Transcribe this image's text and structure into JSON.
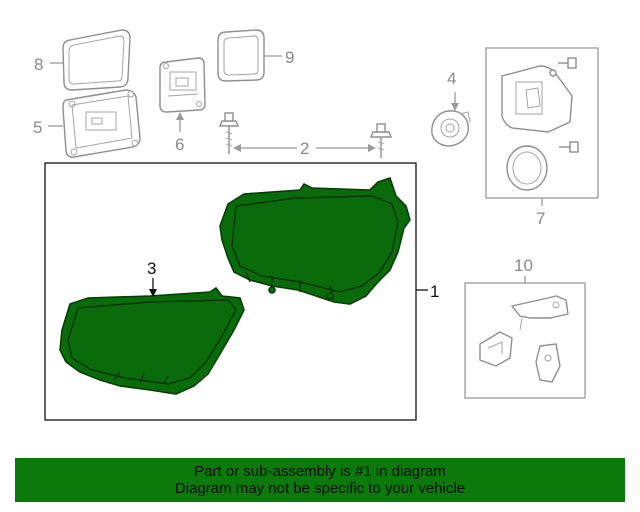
{
  "callouts": {
    "c1": "1",
    "c2": "2",
    "c3": "3",
    "c4": "4",
    "c5": "5",
    "c6": "6",
    "c7": "7",
    "c8": "8",
    "c9": "9",
    "c10": "10"
  },
  "highlight_color": "#0a6b0a",
  "banner": {
    "line1": "Part or sub-assembly is #1 in diagram",
    "line2": "Diagram may not be specific to your vehicle",
    "background": "#0b7a0b"
  }
}
